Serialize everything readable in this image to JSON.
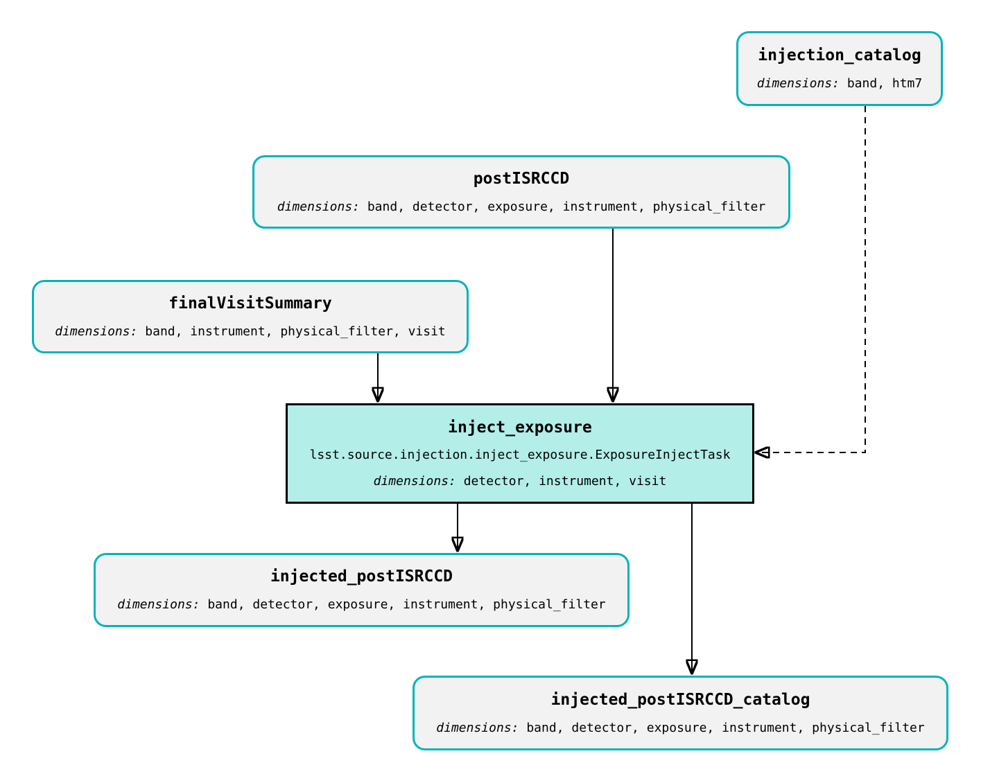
{
  "colors": {
    "background": "#ffffff",
    "dataset_border": "#00b4bc",
    "dataset_fill": "#f2f2f2",
    "task_border": "#000000",
    "task_fill": "#b3eee9",
    "edge": "#000000"
  },
  "nodes": {
    "injection_catalog": {
      "title": "injection_catalog",
      "dimensions_label": "dimensions:",
      "dimensions": "band, htm7"
    },
    "postISRCCD": {
      "title": "postISRCCD",
      "dimensions_label": "dimensions:",
      "dimensions": "band, detector, exposure, instrument, physical_filter"
    },
    "finalVisitSummary": {
      "title": "finalVisitSummary",
      "dimensions_label": "dimensions:",
      "dimensions": "band, instrument, physical_filter, visit"
    },
    "inject_exposure": {
      "title": "inject_exposure",
      "task_class": "lsst.source.injection.inject_exposure.ExposureInjectTask",
      "dimensions_label": "dimensions:",
      "dimensions": "detector, instrument, visit"
    },
    "injected_postISRCCD": {
      "title": "injected_postISRCCD",
      "dimensions_label": "dimensions:",
      "dimensions": "band, detector, exposure, instrument, physical_filter"
    },
    "injected_postISRCCD_catalog": {
      "title": "injected_postISRCCD_catalog",
      "dimensions_label": "dimensions:",
      "dimensions": "band, detector, exposure, instrument, physical_filter"
    }
  },
  "edges": [
    {
      "from": "finalVisitSummary",
      "to": "inject_exposure",
      "style": "solid"
    },
    {
      "from": "postISRCCD",
      "to": "inject_exposure",
      "style": "solid"
    },
    {
      "from": "injection_catalog",
      "to": "inject_exposure",
      "style": "dashed"
    },
    {
      "from": "inject_exposure",
      "to": "injected_postISRCCD",
      "style": "solid"
    },
    {
      "from": "inject_exposure",
      "to": "injected_postISRCCD_catalog",
      "style": "solid"
    }
  ]
}
